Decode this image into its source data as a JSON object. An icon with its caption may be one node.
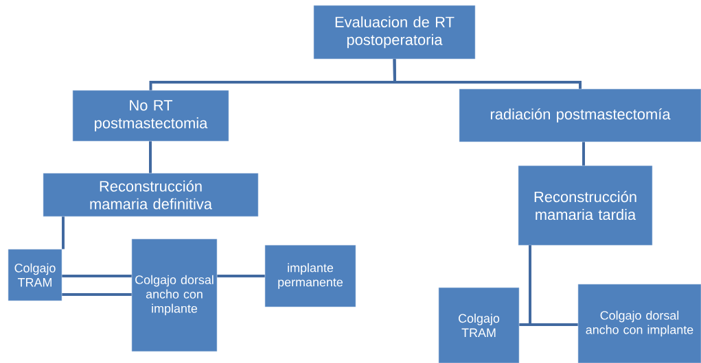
{
  "diagram": {
    "nodes": [
      {
        "text": [
          "Evaluacion  de RT postoperatoria"
        ]
      },
      {
        "text": [
          "No RT postmastectomia"
        ]
      },
      {
        "text": [
          "radiación postmastectomía"
        ]
      },
      {
        "text": [
          "Reconstrucción mamaria definitiva"
        ]
      },
      {
        "text": [
          "Reconstrucción mamaria tardia"
        ]
      },
      {
        "text": [
          "Colgajo TRAM"
        ]
      },
      {
        "text": [
          "Colgajo dorsal ancho con implante"
        ]
      },
      {
        "text": [
          "implante permanente"
        ]
      },
      {
        "text": [
          "Colgajo TRAM"
        ]
      },
      {
        "text": [
          "Colgajo dorsal ancho con implante"
        ]
      }
    ],
    "edges": [
      {
        "from": 0,
        "to": 1,
        "arrow": "none"
      },
      {
        "from": 0,
        "to": 2,
        "arrow": "none"
      },
      {
        "from": 1,
        "to": 3,
        "arrow": "none"
      },
      {
        "from": 3,
        "to": 5,
        "arrow": "none"
      },
      {
        "from": 5,
        "to": 6,
        "arrow": "none"
      },
      {
        "from": 5,
        "to": 6,
        "arrow": "none"
      },
      {
        "from": 6,
        "to": 7,
        "arrow": "none"
      },
      {
        "from": 2,
        "to": 4,
        "arrow": "none"
      },
      {
        "from": 4,
        "to": 8,
        "arrow": "none"
      },
      {
        "from": 4,
        "to": 9,
        "arrow": "none"
      }
    ]
  }
}
